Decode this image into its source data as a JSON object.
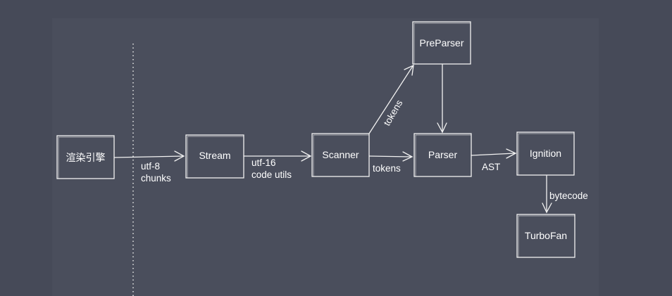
{
  "nodes": {
    "render_engine": "渲染引擎",
    "stream": "Stream",
    "scanner": "Scanner",
    "preparser": "PreParser",
    "parser": "Parser",
    "ignition": "Ignition",
    "turbofan": "TurboFan"
  },
  "edges": {
    "engine_to_stream": [
      "utf-8",
      "chunks"
    ],
    "stream_to_scanner": [
      "utf-16",
      "code utils"
    ],
    "scanner_to_preparser": "tokens",
    "scanner_to_parser": "tokens",
    "parser_to_ignition": "AST",
    "ignition_to_turbofan": "bytecode"
  },
  "colors": {
    "background": "#464a58",
    "canvas": "#4a4e5c",
    "stroke": "#f2f2f2",
    "text": "#ffffff"
  }
}
